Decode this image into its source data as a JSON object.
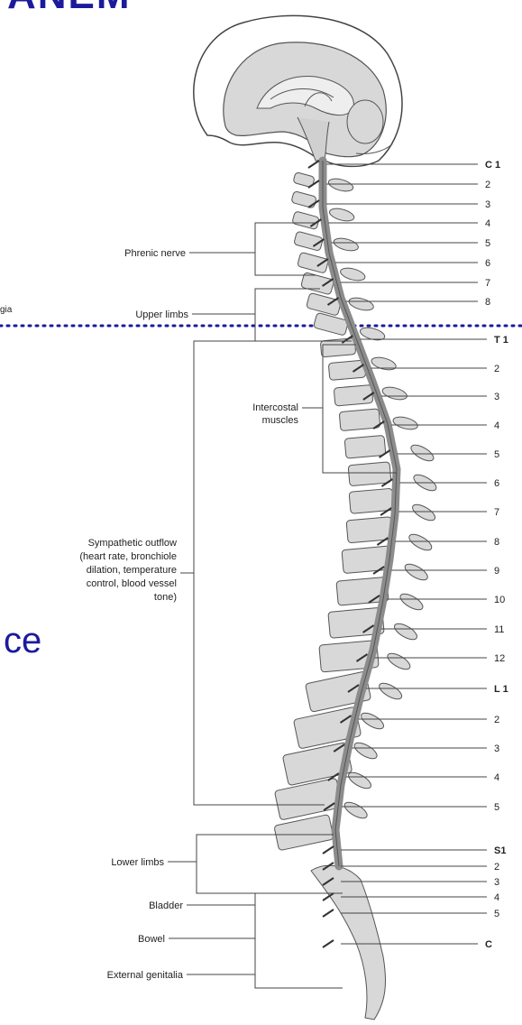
{
  "slide": {
    "title_fragment": "ANEM",
    "left_fragment_small": "gia",
    "left_fragment_large": "ce"
  },
  "right_labels": {
    "cervical": [
      "C 1",
      "2",
      "3",
      "4",
      "5",
      "6",
      "7",
      "8"
    ],
    "thoracic": [
      "T 1",
      "2",
      "3",
      "4",
      "5",
      "6",
      "7",
      "8",
      "9",
      "10",
      "11",
      "12"
    ],
    "lumbar": [
      "L 1",
      "2",
      "3",
      "4",
      "5"
    ],
    "sacral": [
      "S1",
      "2",
      "3",
      "4",
      "5"
    ],
    "coccygeal": [
      "C"
    ]
  },
  "left_labels": {
    "phrenic": "Phrenic nerve",
    "upper_limbs": "Upper limbs",
    "intercostal": [
      "Intercostal",
      "muscles"
    ],
    "sympathetic": [
      "Sympathetic outflow",
      "(heart rate, bronchiole",
      "dilation, temperature",
      "control, blood vessel",
      "tone)"
    ],
    "lower_limbs": "Lower limbs",
    "bladder": "Bladder",
    "bowel": "Bowel",
    "external_genitalia": "External genitalia"
  },
  "colors": {
    "title": "#1c1a9c",
    "bone_fill": "#d8d8d8",
    "cord_fill": "#8c8c8c",
    "line": "#444444",
    "dotted_line": "#1c1a9c"
  }
}
